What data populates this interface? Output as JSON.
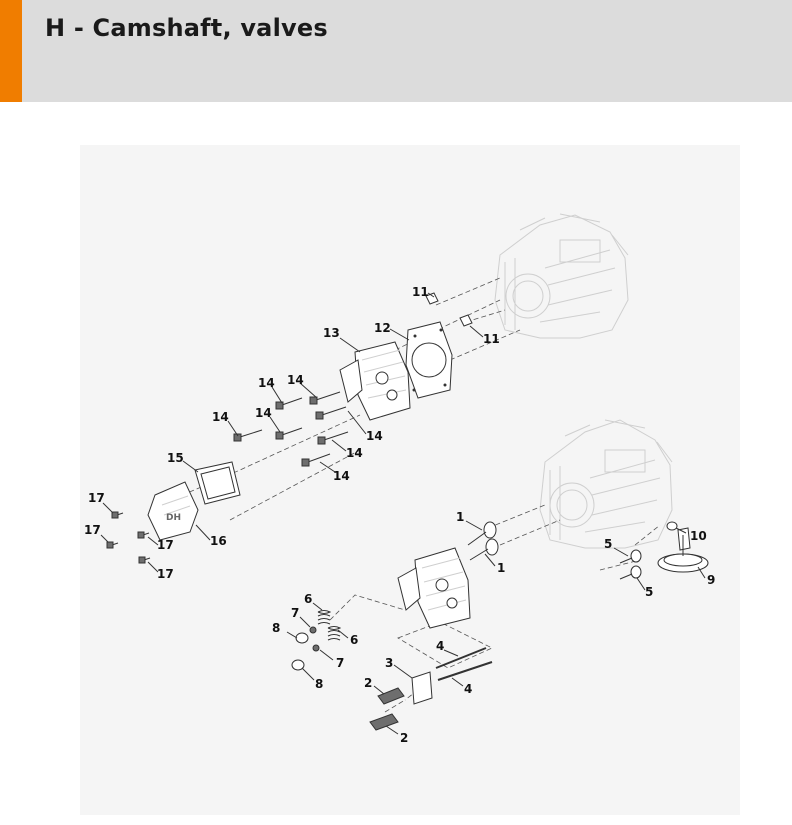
{
  "header": {
    "title": "H - Camshaft, valves",
    "accent_color": "#f07d00",
    "background_color": "#dcdcdc"
  },
  "callouts": {
    "c1a": "1",
    "c1b": "1",
    "c2a": "2",
    "c2b": "2",
    "c3": "3",
    "c4a": "4",
    "c4b": "4",
    "c5a": "5",
    "c5b": "5",
    "c6a": "6",
    "c6b": "6",
    "c7a": "7",
    "c7b": "7",
    "c8a": "8",
    "c8b": "8",
    "c9": "9",
    "c10": "10",
    "c11a": "11",
    "c11b": "11",
    "c12": "12",
    "c13": "13",
    "c14a": "14",
    "c14b": "14",
    "c14c": "14",
    "c14d": "14",
    "c14e": "14",
    "c14f": "14",
    "c14g": "14",
    "c15": "15",
    "c16": "16",
    "c17a": "17",
    "c17b": "17",
    "c17c": "17",
    "c17d": "17"
  }
}
